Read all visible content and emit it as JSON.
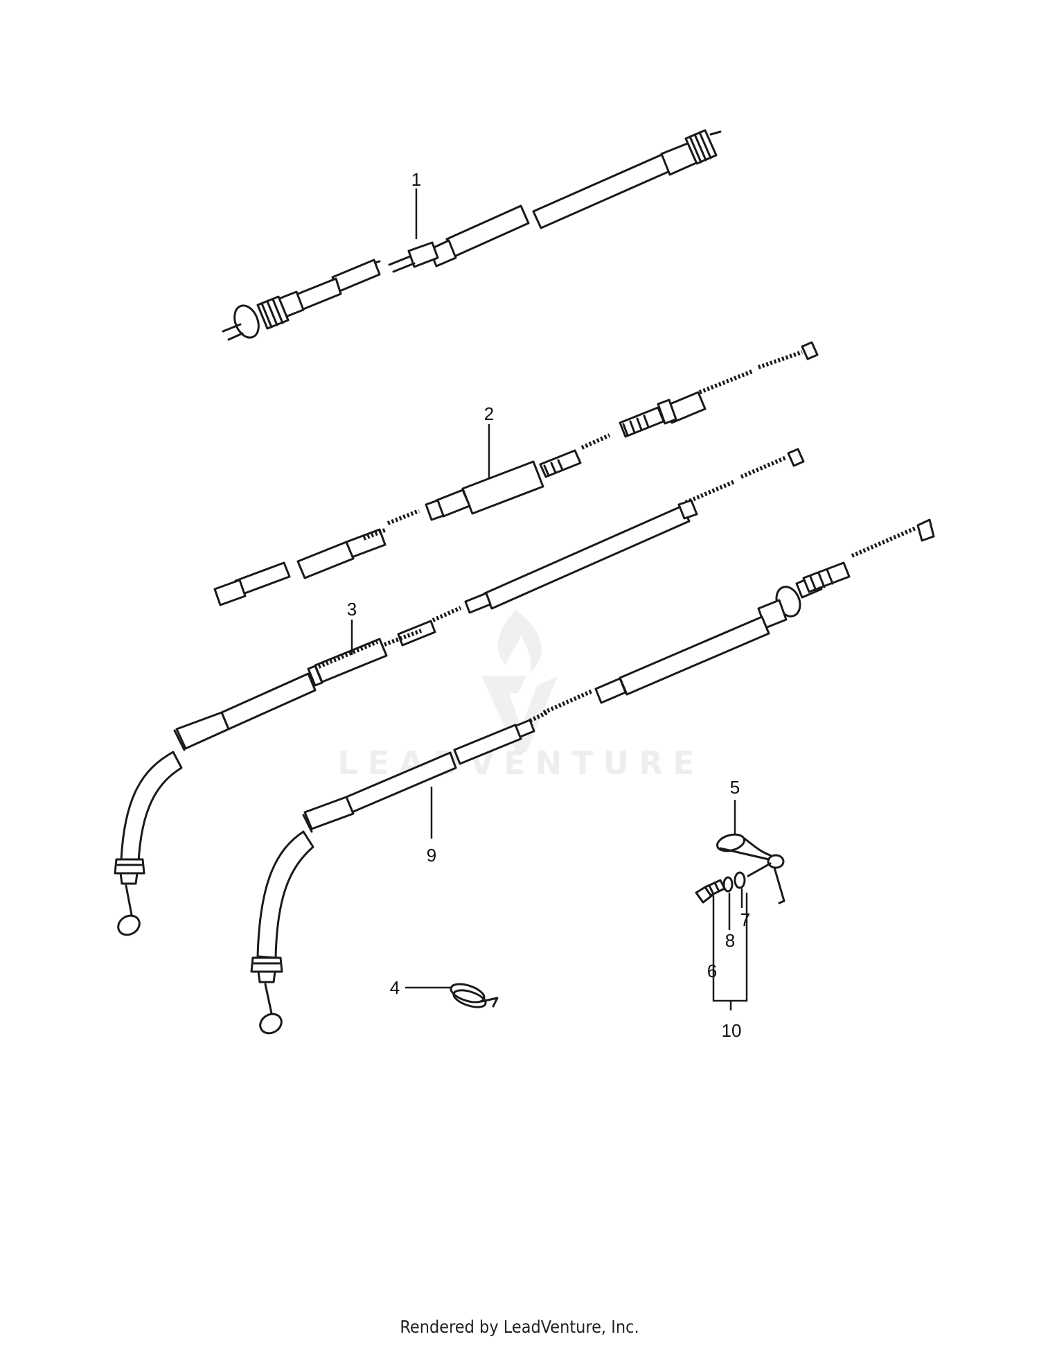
{
  "watermark": {
    "text": "LEADVENTURE"
  },
  "callouts": [
    {
      "id": "1",
      "label": "1"
    },
    {
      "id": "2",
      "label": "2"
    },
    {
      "id": "3",
      "label": "3"
    },
    {
      "id": "4",
      "label": "4"
    },
    {
      "id": "5",
      "label": "5"
    },
    {
      "id": "6",
      "label": "6"
    },
    {
      "id": "7",
      "label": "7"
    },
    {
      "id": "8",
      "label": "8"
    },
    {
      "id": "9",
      "label": "9"
    },
    {
      "id": "10",
      "label": "10"
    }
  ],
  "footer": {
    "text": "Rendered by LeadVenture, Inc."
  }
}
